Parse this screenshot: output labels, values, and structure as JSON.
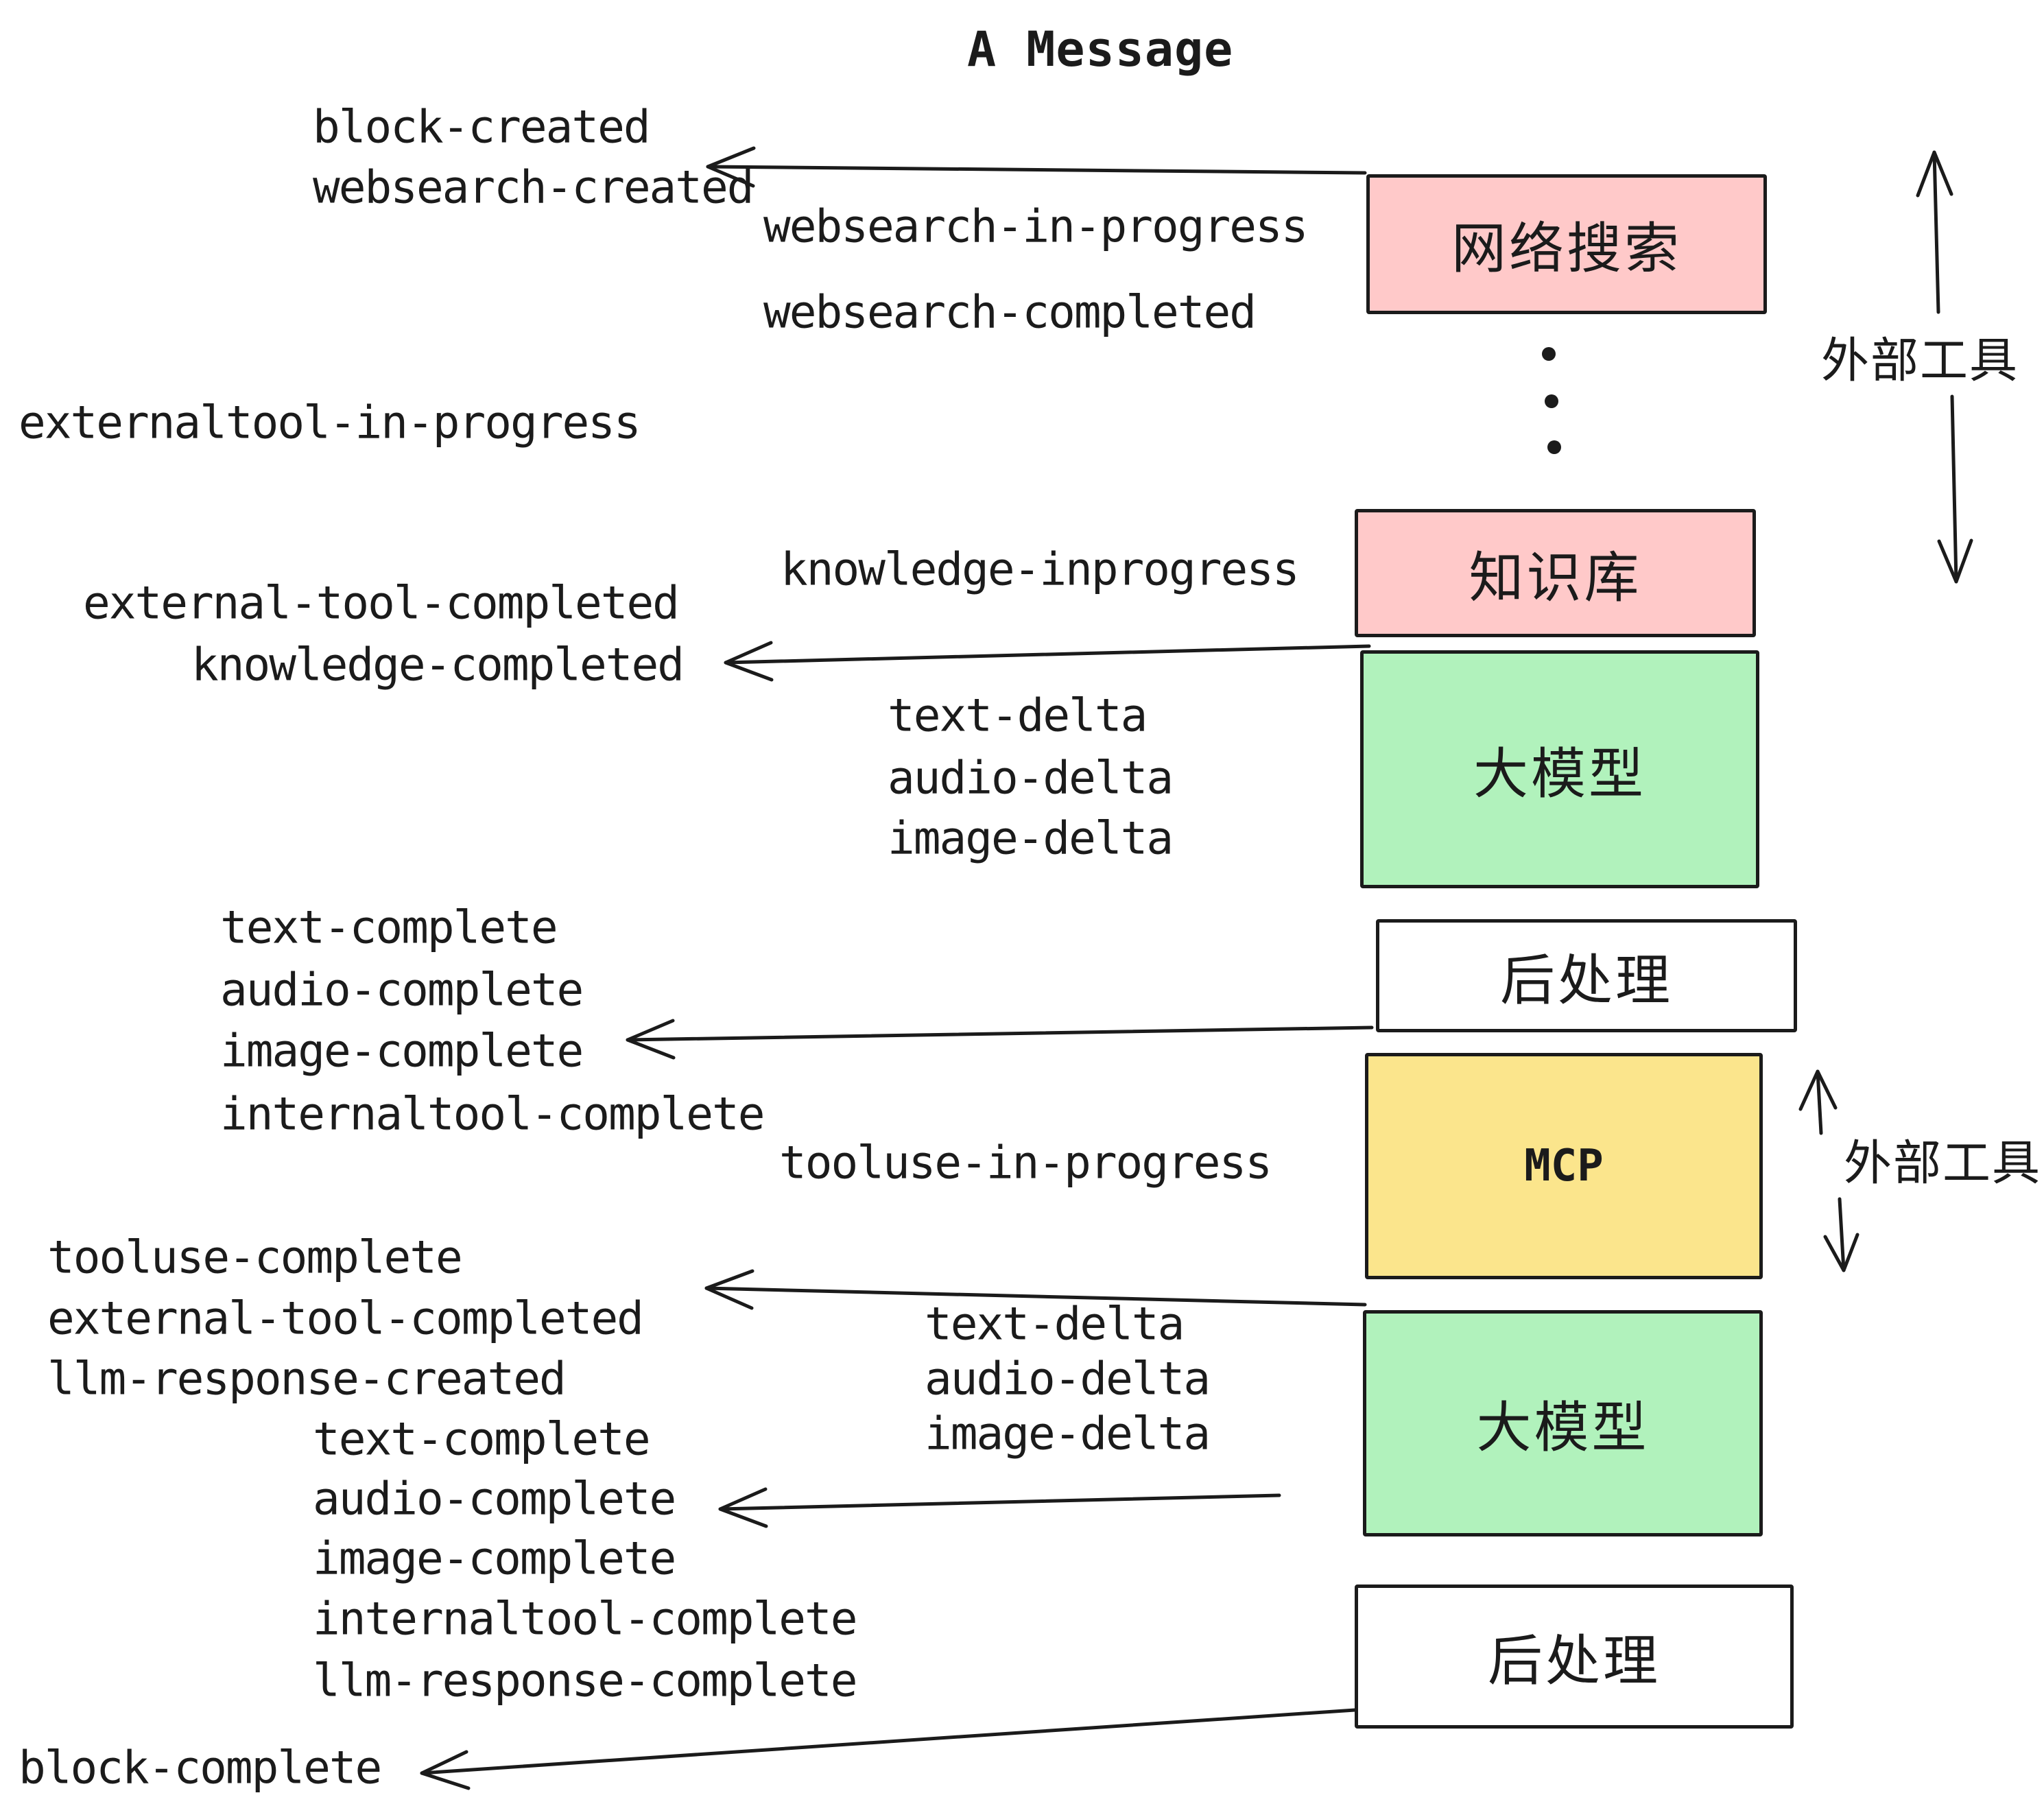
{
  "title": "A Message",
  "boxes": {
    "websearch": "网络搜索",
    "knowledge": "知识库",
    "llm": "大模型",
    "postprocess": "后处理",
    "mcp": "MCP"
  },
  "side_label": "外部工具",
  "events": {
    "block_created": "block-created",
    "websearch_created": "websearch-created",
    "websearch_in_progress": "websearch-in-progress",
    "websearch_completed": "websearch-completed",
    "externaltool_in_progress": "externaltool-in-progress",
    "knowledge_inprogress": "knowledge-inprogress",
    "external_tool_completed": "external-tool-completed",
    "knowledge_completed": "knowledge-completed",
    "text_delta": "text-delta",
    "audio_delta": "audio-delta",
    "image_delta": "image-delta",
    "text_complete": "text-complete",
    "audio_complete": "audio-complete",
    "image_complete": "image-complete",
    "internaltool_complete": "internaltool-complete",
    "tooluse_in_progress": "tooluse-in-progress",
    "tooluse_complete": "tooluse-complete",
    "llm_response_created": "llm-response-created",
    "llm_response_complete": "llm-response-complete",
    "block_complete": "block-complete"
  },
  "colors": {
    "pink": "#FFC9C9",
    "green": "#B1F2BC",
    "yellow": "#FBE58C",
    "white": "#FFFFFF",
    "ink": "#1B1B1B"
  }
}
